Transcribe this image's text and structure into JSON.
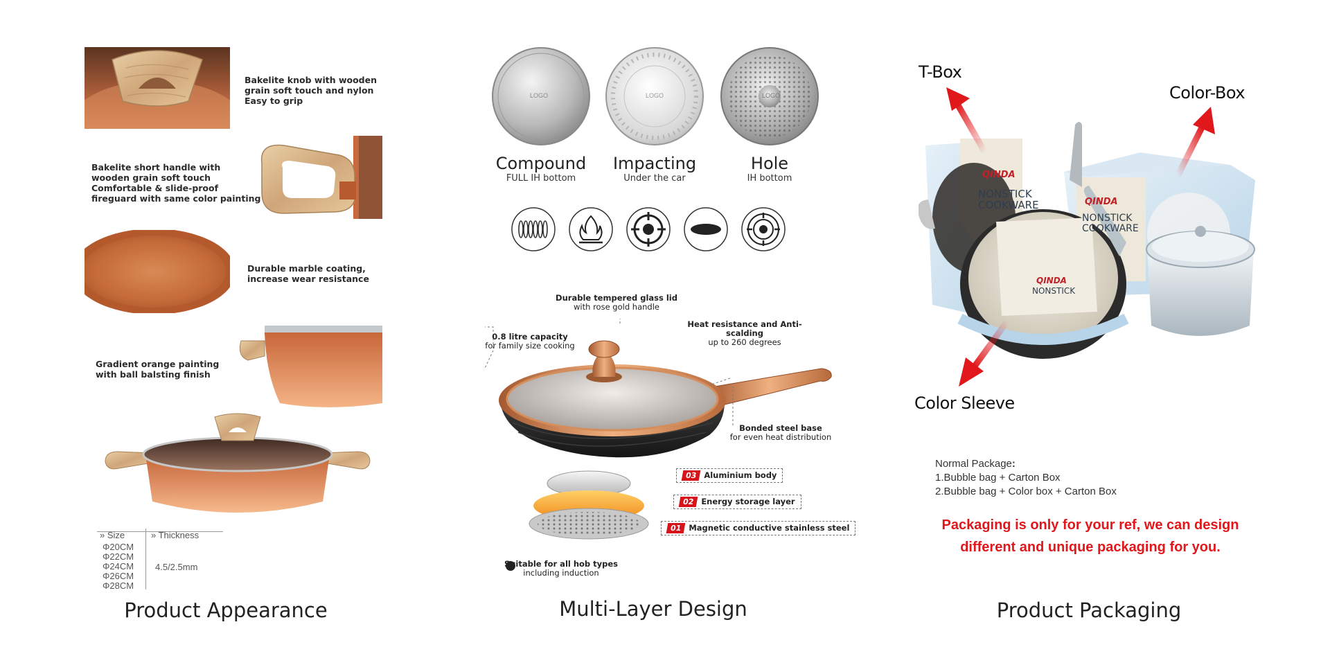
{
  "appearance": {
    "caption": "Product Appearance",
    "notes": {
      "knob": "Bakelite knob with wooden\ngrain soft touch and nylon\nEasy to grip",
      "handle": "Bakelite short handle with\nwooden grain soft touch\nComfortable & slide-proof\nfireguard with same color painting",
      "coating": "Durable marble coating,\n increase wear resistance",
      "painting": "Gradient orange painting\nwith ball balsting finish"
    },
    "size_table": {
      "size_header": "» Size",
      "thickness_header": "» Thickness",
      "sizes": [
        "Φ20CM",
        "Φ22CM",
        "Φ24CM",
        "Φ26CM",
        "Φ28CM"
      ],
      "thickness": "4.5/2.5mm"
    }
  },
  "multilayer": {
    "caption": "Multi-Layer Design",
    "bottoms": [
      {
        "title": "Compound",
        "subtitle": "FULL IH bottom",
        "logo": "LOGO"
      },
      {
        "title": "Impacting",
        "subtitle": "Under the car",
        "logo": "LOGO"
      },
      {
        "title": "Hole",
        "subtitle": "IH bottom",
        "logo": "LOGO"
      }
    ],
    "hob_icons": [
      "induction-coil-icon",
      "gas-flame-icon",
      "gas-burner-icon",
      "electric-plate-icon",
      "ceramic-hob-icon"
    ],
    "callouts": {
      "lid_title": "Durable tempered glass lid",
      "lid_sub": "with rose gold handle",
      "capacity_title": "0.8 litre capacity",
      "capacity_sub": "for family size cooking",
      "heat_title": "Heat resistance and Anti-scalding",
      "heat_sub": "up to 260 degrees",
      "base_title": "Bonded steel base",
      "base_sub": "for even heat distribution",
      "hob_title": "Suitable for all hob types",
      "hob_sub": "including induction"
    },
    "layers": [
      {
        "num": "03",
        "label": "Aluminium body"
      },
      {
        "num": "02",
        "label": "Energy storage layer"
      },
      {
        "num": "01",
        "label": "Magnetic conductive stainless steel"
      }
    ],
    "colors": {
      "rose_gold": "#c8794a",
      "pan_black": "#2a2a2a",
      "badge_red": "#d7141b",
      "energy_orange": "#f5a21c"
    }
  },
  "packaging": {
    "caption": "Product Packaging",
    "labels": {
      "tbox": "T-Box",
      "colorbox": "Color-Box",
      "sleeve": "Color Sleeve"
    },
    "brand": "QINDA",
    "box_text": {
      "line1": "NONSTICK",
      "line2": "COOKWARE"
    },
    "normal_title": "Normal Package",
    "normal_colon": ":",
    "normal_lines": [
      "1.Bubble bag + Carton Box",
      "2.Bubble bag + Color box + Carton Box"
    ],
    "note_lines": [
      "Packaging is only for your ref, we can design",
      "different and unique packaging for you."
    ],
    "colors": {
      "arrow_red": "#e0171b",
      "box_blue": "#cfe3f1"
    }
  }
}
